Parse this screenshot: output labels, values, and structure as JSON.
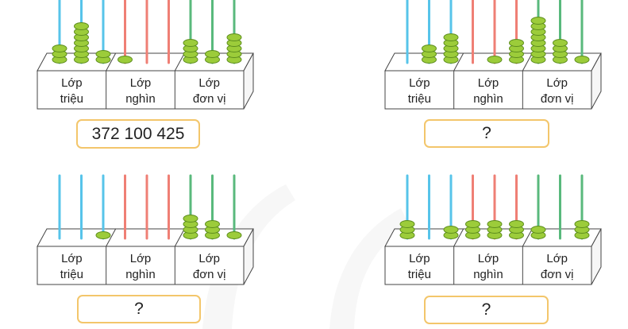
{
  "colors": {
    "rod_million": "#57c4ea",
    "rod_thousand": "#ef7f75",
    "rod_unit": "#59b97c",
    "bead": "#9ccc3a",
    "bead_dark": "#5f8f1f",
    "answer_border": "#f3c66b"
  },
  "abacuses": [
    {
      "id": "a",
      "classes": [
        {
          "label_top": "Lớp",
          "label_bottom": "triệu"
        },
        {
          "label_top": "Lớp",
          "label_bottom": "nghìn"
        },
        {
          "label_top": "Lớp",
          "label_bottom": "đơn vị"
        }
      ],
      "beads": [
        3,
        7,
        2,
        1,
        0,
        0,
        4,
        2,
        5
      ],
      "answer": "372 100 425"
    },
    {
      "id": "b",
      "classes": [
        {
          "label_top": "Lớp",
          "label_bottom": "triệu"
        },
        {
          "label_top": "Lớp",
          "label_bottom": "nghìn"
        },
        {
          "label_top": "Lớp",
          "label_bottom": "đơn vị"
        }
      ],
      "beads": [
        0,
        3,
        5,
        0,
        1,
        4,
        8,
        4,
        1
      ],
      "answer": "?"
    },
    {
      "id": "c",
      "classes": [
        {
          "label_top": "Lớp",
          "label_bottom": "triệu"
        },
        {
          "label_top": "Lớp",
          "label_bottom": "nghìn"
        },
        {
          "label_top": "Lớp",
          "label_bottom": "đơn vị"
        }
      ],
      "beads": [
        0,
        0,
        1,
        0,
        0,
        0,
        4,
        3,
        1
      ],
      "answer": "?"
    },
    {
      "id": "d",
      "classes": [
        {
          "label_top": "Lớp",
          "label_bottom": "triệu"
        },
        {
          "label_top": "Lớp",
          "label_bottom": "nghìn"
        },
        {
          "label_top": "Lớp",
          "label_bottom": "đơn vị"
        }
      ],
      "beads": [
        3,
        0,
        2,
        3,
        3,
        3,
        2,
        0,
        3
      ],
      "answer": "?"
    }
  ]
}
